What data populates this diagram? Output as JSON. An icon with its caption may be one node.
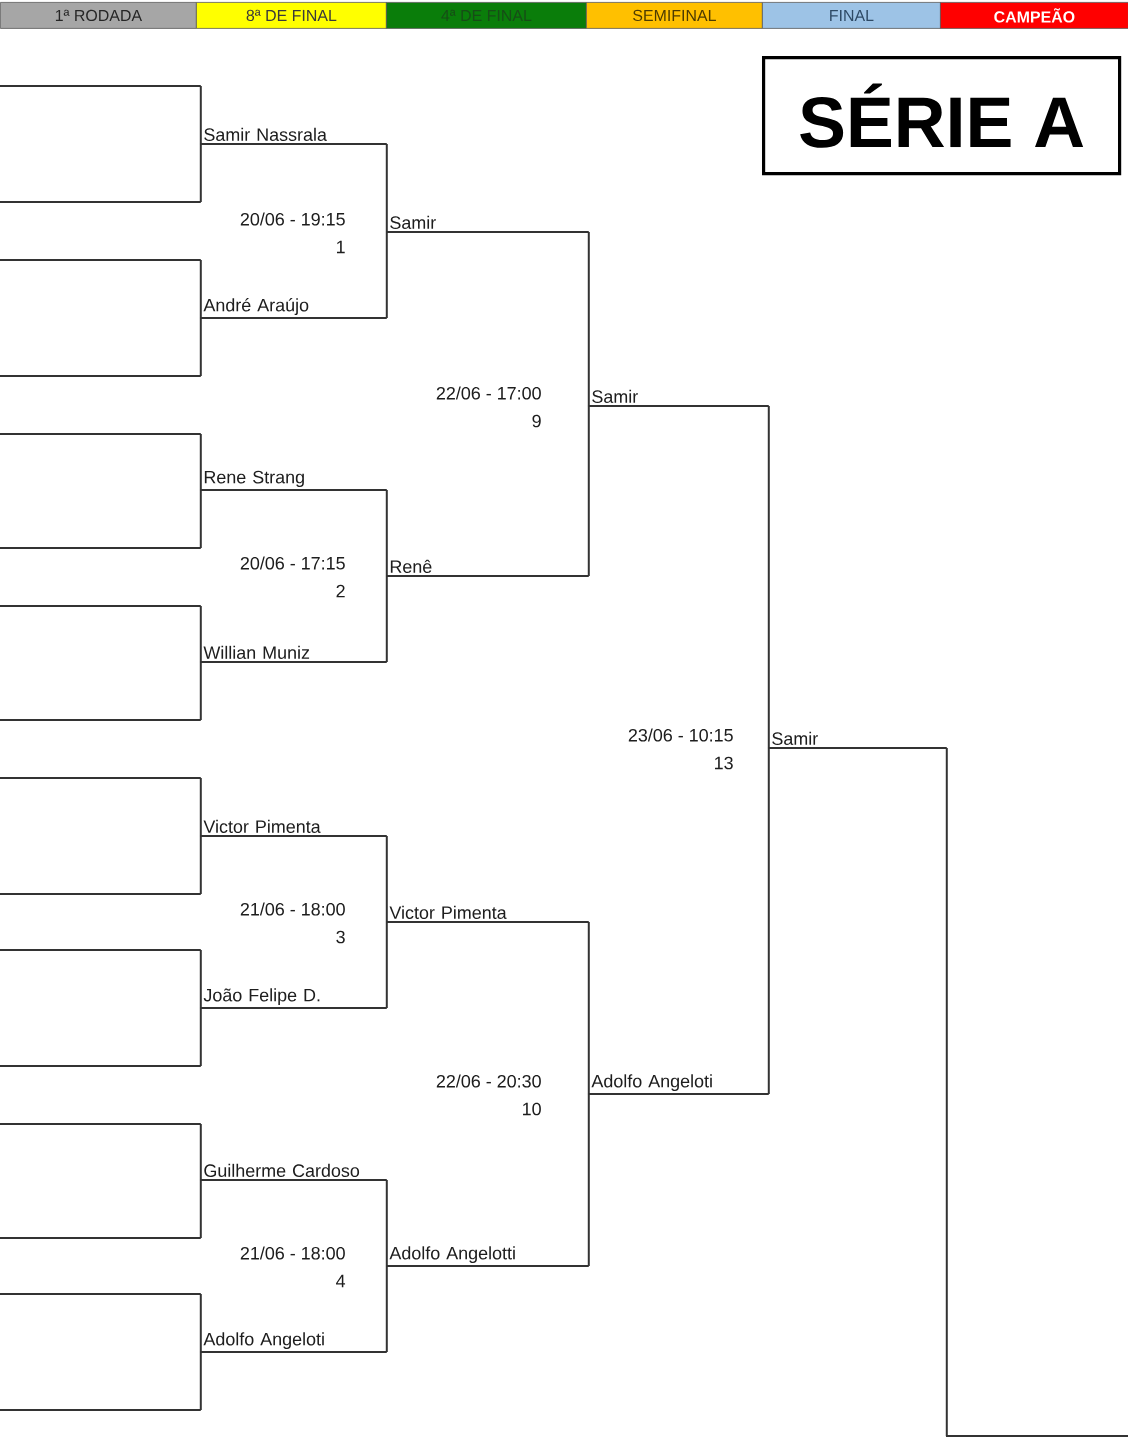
{
  "diagram": {
    "title": "SÉRIE A",
    "nodes": [
      {
        "text": [
          "1ª RODADA"
        ]
      },
      {
        "text": [
          "8ª DE FINAL"
        ]
      },
      {
        "text": [
          "4ª DE FINAL"
        ]
      },
      {
        "text": [
          "SEMIFINAL"
        ]
      },
      {
        "text": [
          "FINAL"
        ]
      },
      {
        "text": [
          "CAMPEÃO"
        ]
      },
      {
        "text": [],
        "shape": "line"
      },
      {
        "text": [],
        "shape": "line"
      },
      {
        "text": [],
        "shape": "line"
      },
      {
        "text": [],
        "shape": "line"
      },
      {
        "text": [],
        "shape": "line"
      },
      {
        "text": [],
        "shape": "line"
      },
      {
        "text": [],
        "shape": "line"
      },
      {
        "text": [],
        "shape": "line"
      },
      {
        "text": [],
        "shape": "line"
      },
      {
        "text": [],
        "shape": "line"
      },
      {
        "text": [],
        "shape": "line"
      },
      {
        "text": [],
        "shape": "line"
      },
      {
        "text": [],
        "shape": "line"
      },
      {
        "text": [],
        "shape": "line"
      },
      {
        "text": [],
        "shape": "line"
      },
      {
        "text": [],
        "shape": "line"
      },
      {
        "text": [
          "Samir Nassrala"
        ]
      },
      {
        "text": [
          "André Araújo"
        ]
      },
      {
        "text": [
          "Rene Strang"
        ]
      },
      {
        "text": [
          "Willian Muniz"
        ]
      },
      {
        "text": [
          "Victor Pimenta"
        ]
      },
      {
        "text": [
          "João Felipe D."
        ]
      },
      {
        "text": [
          "Guilherme Cardoso"
        ]
      },
      {
        "text": [
          "Adolfo Angeloti"
        ]
      },
      {
        "text": [
          "Samir"
        ],
        "beside": [
          "20/06 - 19:15",
          "1"
        ]
      },
      {
        "text": [
          "Renê"
        ],
        "beside": [
          "20/06 - 17:15",
          "2"
        ]
      },
      {
        "text": [
          "Victor Pimenta"
        ],
        "beside": [
          "21/06 - 18:00",
          "3"
        ]
      },
      {
        "text": [
          "Adolfo Angelotti"
        ],
        "beside": [
          "21/06 - 18:00",
          "4"
        ]
      },
      {
        "text": [
          "Samir"
        ],
        "beside": [
          "22/06 - 17:00",
          "9"
        ]
      },
      {
        "text": [
          "Adolfo Angeloti"
        ],
        "beside": [
          "22/06 - 20:30",
          "10"
        ]
      },
      {
        "text": [
          "Samir"
        ],
        "beside": [
          "23/06 - 10:15",
          "13"
        ]
      },
      {
        "text": [],
        "shape": "line"
      }
    ],
    "edges": [
      {
        "from": 6,
        "to": 22,
        "arrow": "none"
      },
      {
        "from": 7,
        "to": 22,
        "arrow": "none"
      },
      {
        "from": 8,
        "to": 23,
        "arrow": "none"
      },
      {
        "from": 9,
        "to": 23,
        "arrow": "none"
      },
      {
        "from": 10,
        "to": 24,
        "arrow": "none"
      },
      {
        "from": 11,
        "to": 24,
        "arrow": "none"
      },
      {
        "from": 12,
        "to": 25,
        "arrow": "none"
      },
      {
        "from": 13,
        "to": 25,
        "arrow": "none"
      },
      {
        "from": 14,
        "to": 26,
        "arrow": "none"
      },
      {
        "from": 15,
        "to": 26,
        "arrow": "none"
      },
      {
        "from": 16,
        "to": 27,
        "arrow": "none"
      },
      {
        "from": 17,
        "to": 27,
        "arrow": "none"
      },
      {
        "from": 18,
        "to": 28,
        "arrow": "none"
      },
      {
        "from": 19,
        "to": 28,
        "arrow": "none"
      },
      {
        "from": 20,
        "to": 29,
        "arrow": "none"
      },
      {
        "from": 21,
        "to": 29,
        "arrow": "none"
      },
      {
        "from": 22,
        "to": 30,
        "arrow": "none"
      },
      {
        "from": 23,
        "to": 30,
        "arrow": "none"
      },
      {
        "from": 24,
        "to": 31,
        "arrow": "none"
      },
      {
        "from": 25,
        "to": 31,
        "arrow": "none"
      },
      {
        "from": 26,
        "to": 32,
        "arrow": "none"
      },
      {
        "from": 27,
        "to": 32,
        "arrow": "none"
      },
      {
        "from": 28,
        "to": 33,
        "arrow": "none"
      },
      {
        "from": 29,
        "to": 33,
        "arrow": "none"
      },
      {
        "from": 30,
        "to": 34,
        "arrow": "none"
      },
      {
        "from": 31,
        "to": 34,
        "arrow": "none"
      },
      {
        "from": 32,
        "to": 35,
        "arrow": "none"
      },
      {
        "from": 33,
        "to": 35,
        "arrow": "none"
      },
      {
        "from": 34,
        "to": 36,
        "arrow": "none"
      },
      {
        "from": 35,
        "to": 36,
        "arrow": "none"
      },
      {
        "from": 36,
        "to": 37,
        "arrow": "none"
      }
    ]
  }
}
